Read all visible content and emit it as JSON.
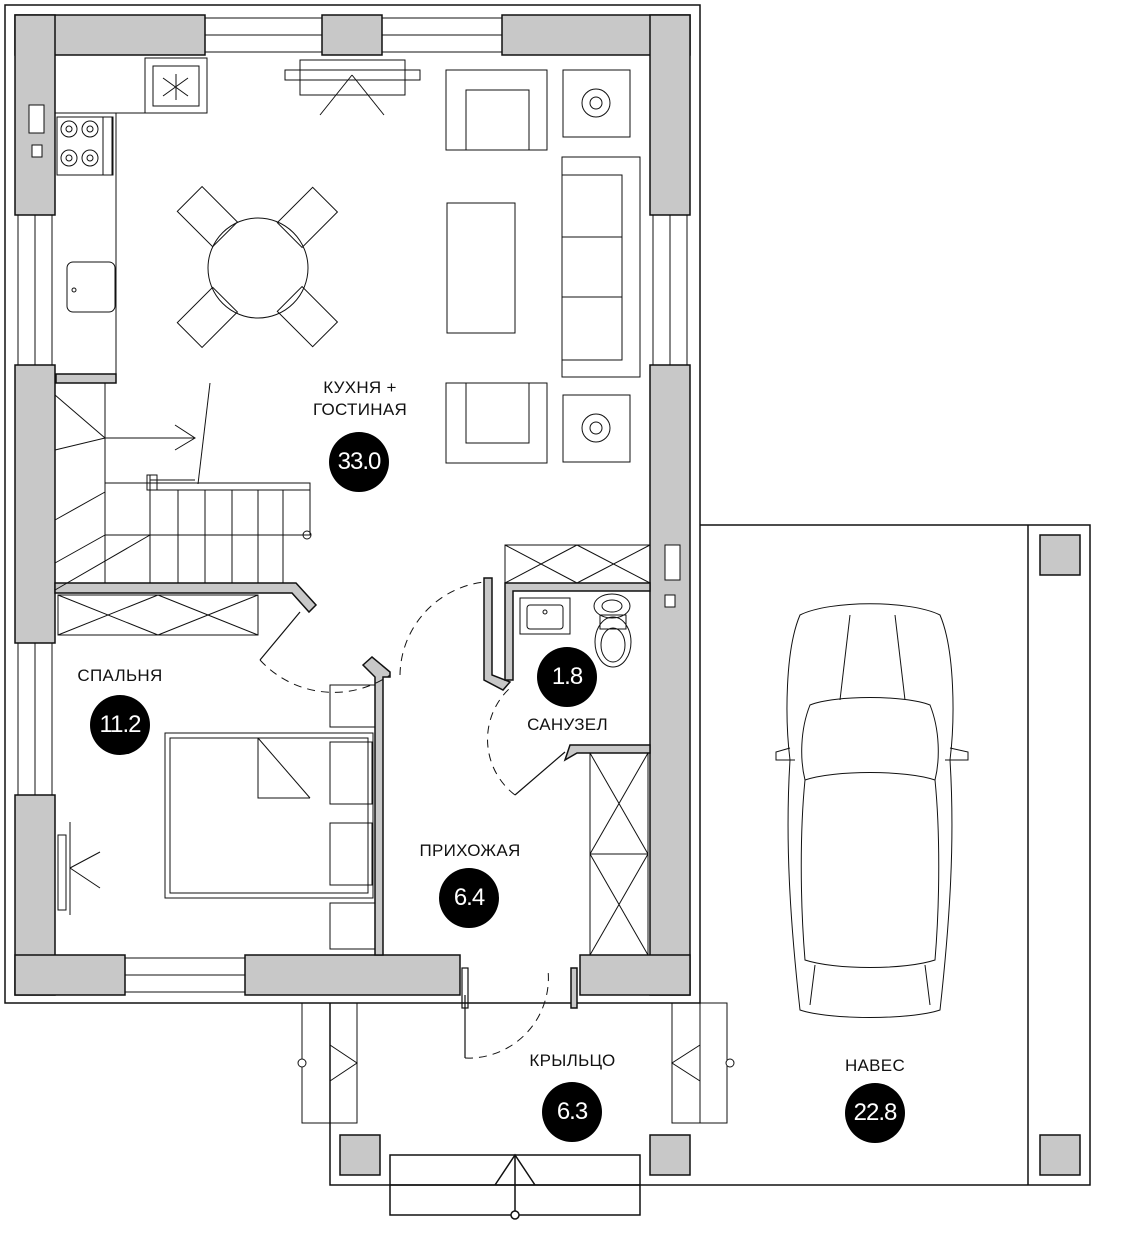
{
  "colors": {
    "wall": "#c8c8c8",
    "line": "#111111",
    "badge": "#000000",
    "badge_text": "#ffffff"
  },
  "rooms": {
    "kitchen_living": {
      "label_line1": "КУХНЯ +",
      "label_line2": "ГОСТИНАЯ",
      "area": "33.0"
    },
    "bedroom": {
      "label": "СПАЛЬНЯ",
      "area": "11.2"
    },
    "bathroom": {
      "label": "САНУЗЕЛ",
      "area": "1.8"
    },
    "hallway": {
      "label": "ПРИХОЖАЯ",
      "area": "6.4"
    },
    "porch": {
      "label": "КРЫЛЬЦО",
      "area": "6.3"
    },
    "carport": {
      "label": "НАВЕС",
      "area": "22.8"
    }
  }
}
